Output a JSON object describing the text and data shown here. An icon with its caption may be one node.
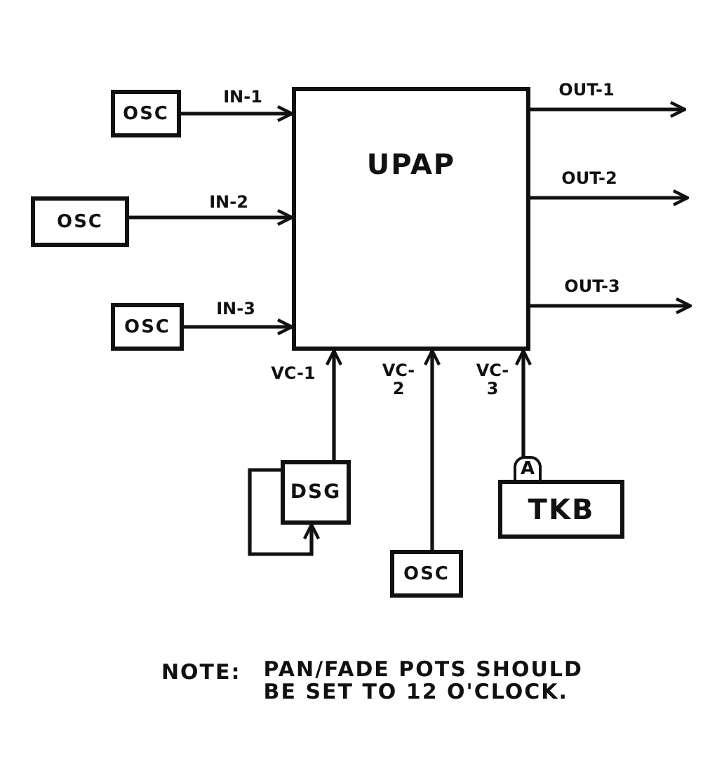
{
  "diagram": {
    "nodes": [
      {
        "text": [
          "UPAP"
        ]
      },
      {
        "text": [
          "OSC"
        ]
      },
      {
        "text": [
          "OSC"
        ]
      },
      {
        "text": [
          "OSC"
        ]
      },
      {
        "text": [
          "DSG"
        ]
      },
      {
        "text": [
          "OSC"
        ]
      },
      {
        "text": [
          "TKB"
        ]
      }
    ],
    "edges": [
      {
        "from": 1,
        "to": 0,
        "arrow": "to",
        "label": "IN-1"
      },
      {
        "from": 2,
        "to": 0,
        "arrow": "to",
        "label": "IN-2"
      },
      {
        "from": 3,
        "to": 0,
        "arrow": "to",
        "label": "IN-3"
      },
      {
        "from": 0,
        "to": null,
        "arrow": "to",
        "label": "OUT-1"
      },
      {
        "from": 0,
        "to": null,
        "arrow": "to",
        "label": "OUT-2"
      },
      {
        "from": 0,
        "to": null,
        "arrow": "to",
        "label": "OUT-3"
      },
      {
        "from": 4,
        "to": 0,
        "arrow": "to",
        "label": "VC-1"
      },
      {
        "from": 5,
        "to": 0,
        "arrow": "to",
        "label": "VC- 2"
      },
      {
        "from": 6,
        "to": 0,
        "arrow": "to",
        "label": "VC- 3"
      },
      {
        "from": 4,
        "to": 4,
        "arrow": "to"
      }
    ],
    "labels": [
      "A",
      "NOTE:",
      "PAN/FADE POTS SHOULD BE SET TO 12 O'CLOCK."
    ]
  }
}
